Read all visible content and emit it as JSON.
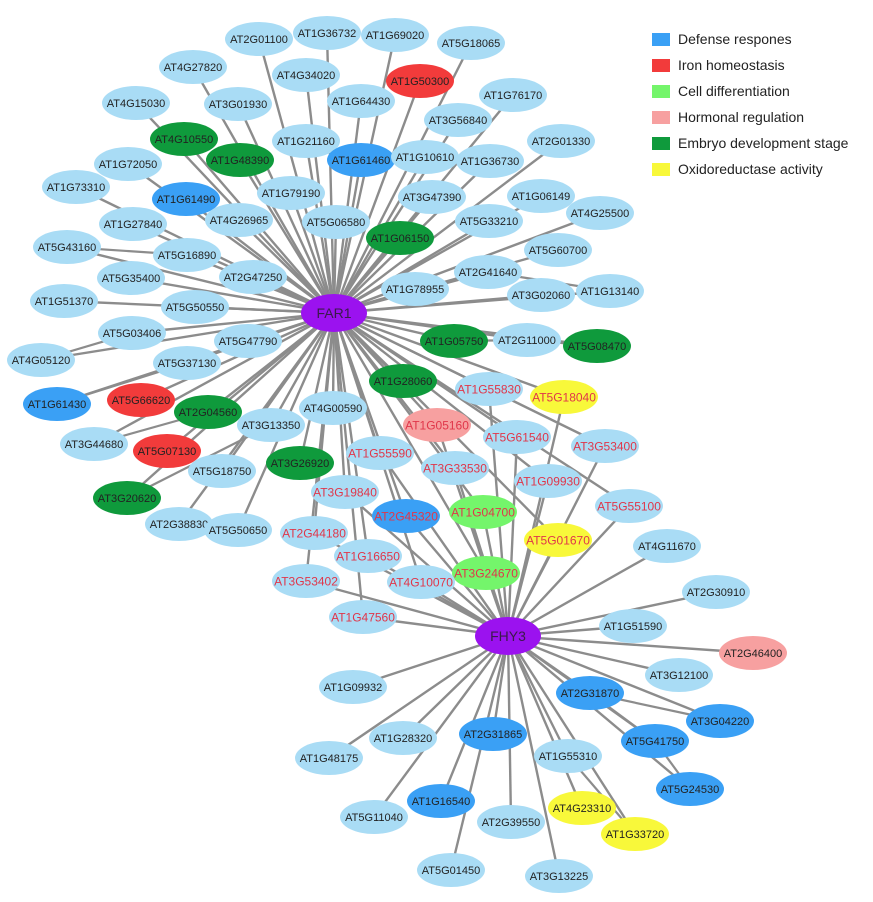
{
  "colors": {
    "edge": "#8c8c8c",
    "default_node": "#a9dcf5",
    "hub": "#9b12ef",
    "label_default": "#222222",
    "label_shared": "#e0364a",
    "label_hub": "#3a1a4a"
  },
  "legend": [
    {
      "label": "Defense respones",
      "color": "#3aa0f5"
    },
    {
      "label": "Iron homeostasis",
      "color": "#f23b3b"
    },
    {
      "label": "Cell differentiation",
      "color": "#74f56b"
    },
    {
      "label": "Hormonal regulation",
      "color": "#f7a0a0"
    },
    {
      "label": "Embryo development stage",
      "color": "#0f9a3c"
    },
    {
      "label": "Oxidoreductase activity",
      "color": "#f8f83a"
    }
  ],
  "hubs": [
    {
      "id": "FAR1",
      "label": "FAR1"
    },
    {
      "id": "FHY3",
      "label": "FHY3"
    }
  ],
  "nodes": [
    {
      "id": "AT2G01100",
      "label": "AT2G01100",
      "category": "",
      "targets": [
        "FAR1"
      ]
    },
    {
      "id": "AT1G36732",
      "label": "AT1G36732",
      "category": "",
      "targets": [
        "FAR1"
      ]
    },
    {
      "id": "AT1G69020",
      "label": "AT1G69020",
      "category": "",
      "targets": [
        "FAR1"
      ]
    },
    {
      "id": "AT5G18065",
      "label": "AT5G18065",
      "category": "",
      "targets": [
        "FAR1"
      ]
    },
    {
      "id": "AT4G27820",
      "label": "AT4G27820",
      "category": "",
      "targets": [
        "FAR1"
      ]
    },
    {
      "id": "AT4G34020",
      "label": "AT4G34020",
      "category": "",
      "targets": [
        "FAR1"
      ]
    },
    {
      "id": "AT1G50300",
      "label": "AT1G50300",
      "category": "Iron homeostasis",
      "targets": [
        "FAR1"
      ]
    },
    {
      "id": "AT4G15030",
      "label": "AT4G15030",
      "category": "",
      "targets": [
        "FAR1"
      ]
    },
    {
      "id": "AT3G01930",
      "label": "AT3G01930",
      "category": "",
      "targets": [
        "FAR1"
      ]
    },
    {
      "id": "AT1G64430",
      "label": "AT1G64430",
      "category": "",
      "targets": [
        "FAR1"
      ]
    },
    {
      "id": "AT1G76170",
      "label": "AT1G76170",
      "category": "",
      "targets": [
        "FAR1"
      ]
    },
    {
      "id": "AT4G10550",
      "label": "AT4G10550",
      "category": "Embryo development stage",
      "targets": [
        "FAR1"
      ]
    },
    {
      "id": "AT3G56840",
      "label": "AT3G56840",
      "category": "",
      "targets": [
        "FAR1"
      ]
    },
    {
      "id": "AT2G01330",
      "label": "AT2G01330",
      "category": "",
      "targets": [
        "FAR1"
      ]
    },
    {
      "id": "AT1G21160",
      "label": "AT1G21160",
      "category": "",
      "targets": [
        "FAR1"
      ]
    },
    {
      "id": "AT1G72050",
      "label": "AT1G72050",
      "category": "",
      "targets": [
        "FAR1"
      ]
    },
    {
      "id": "AT1G48390",
      "label": "AT1G48390",
      "category": "Embryo development stage",
      "targets": [
        "FAR1"
      ]
    },
    {
      "id": "AT1G61460",
      "label": "AT1G61460",
      "category": "Defense respones",
      "targets": [
        "FAR1"
      ]
    },
    {
      "id": "AT1G10610",
      "label": "AT1G10610",
      "category": "",
      "targets": [
        "FAR1"
      ]
    },
    {
      "id": "AT1G36730",
      "label": "AT1G36730",
      "category": "",
      "targets": [
        "FAR1"
      ]
    },
    {
      "id": "AT1G73310",
      "label": "AT1G73310",
      "category": "",
      "targets": [
        "FAR1"
      ]
    },
    {
      "id": "AT1G79190",
      "label": "AT1G79190",
      "category": "",
      "targets": [
        "FAR1"
      ]
    },
    {
      "id": "AT1G61490",
      "label": "AT1G61490",
      "category": "Defense respones",
      "targets": [
        "FAR1"
      ]
    },
    {
      "id": "AT3G47390",
      "label": "AT3G47390",
      "category": "",
      "targets": [
        "FAR1"
      ]
    },
    {
      "id": "AT1G06149",
      "label": "AT1G06149",
      "category": "",
      "targets": [
        "FAR1"
      ]
    },
    {
      "id": "AT1G27840",
      "label": "AT1G27840",
      "category": "",
      "targets": [
        "FAR1"
      ]
    },
    {
      "id": "AT4G26965",
      "label": "AT4G26965",
      "category": "",
      "targets": [
        "FAR1"
      ]
    },
    {
      "id": "AT5G06580",
      "label": "AT5G06580",
      "category": "",
      "targets": [
        "FAR1"
      ]
    },
    {
      "id": "AT5G33210",
      "label": "AT5G33210",
      "category": "",
      "targets": [
        "FAR1"
      ]
    },
    {
      "id": "AT4G25500",
      "label": "AT4G25500",
      "category": "",
      "targets": [
        "FAR1"
      ]
    },
    {
      "id": "AT1G06150",
      "label": "AT1G06150",
      "category": "Embryo development stage",
      "targets": [
        "FAR1"
      ]
    },
    {
      "id": "AT5G43160",
      "label": "AT5G43160",
      "category": "",
      "targets": [
        "FAR1"
      ]
    },
    {
      "id": "AT5G16890",
      "label": "AT5G16890",
      "category": "",
      "targets": [
        "FAR1"
      ]
    },
    {
      "id": "AT5G60700",
      "label": "AT5G60700",
      "category": "",
      "targets": [
        "FAR1"
      ]
    },
    {
      "id": "AT5G35400",
      "label": "AT5G35400",
      "category": "",
      "targets": [
        "FAR1"
      ]
    },
    {
      "id": "AT2G47250",
      "label": "AT2G47250",
      "category": "",
      "targets": [
        "FAR1"
      ]
    },
    {
      "id": "AT2G41640",
      "label": "AT2G41640",
      "category": "",
      "targets": [
        "FAR1"
      ]
    },
    {
      "id": "AT1G51370",
      "label": "AT1G51370",
      "category": "",
      "targets": [
        "FAR1"
      ]
    },
    {
      "id": "AT1G78955",
      "label": "AT1G78955",
      "category": "",
      "targets": [
        "FAR1"
      ]
    },
    {
      "id": "AT3G02060",
      "label": "AT3G02060",
      "category": "",
      "targets": [
        "FAR1"
      ]
    },
    {
      "id": "AT1G13140",
      "label": "AT1G13140",
      "category": "",
      "targets": [
        "FAR1"
      ]
    },
    {
      "id": "AT5G50550",
      "label": "AT5G50550",
      "category": "",
      "targets": [
        "FAR1"
      ]
    },
    {
      "id": "AT5G03406",
      "label": "AT5G03406",
      "category": "",
      "targets": [
        "FAR1"
      ]
    },
    {
      "id": "AT1G05750",
      "label": "AT1G05750",
      "category": "Embryo development stage",
      "targets": [
        "FAR1"
      ]
    },
    {
      "id": "AT2G11000",
      "label": "AT2G11000",
      "category": "",
      "targets": [
        "FAR1"
      ]
    },
    {
      "id": "AT5G08470",
      "label": "AT5G08470",
      "category": "Embryo development stage",
      "targets": [
        "FAR1"
      ]
    },
    {
      "id": "AT4G05120",
      "label": "AT4G05120",
      "category": "",
      "targets": [
        "FAR1"
      ]
    },
    {
      "id": "AT5G47790",
      "label": "AT5G47790",
      "category": "",
      "targets": [
        "FAR1"
      ]
    },
    {
      "id": "AT5G37130",
      "label": "AT5G37130",
      "category": "",
      "targets": [
        "FAR1"
      ]
    },
    {
      "id": "AT1G28060",
      "label": "AT1G28060",
      "category": "Embryo development stage",
      "targets": [
        "FAR1"
      ]
    },
    {
      "id": "AT1G55830",
      "label": "AT1G55830",
      "category": "",
      "targets": [
        "FAR1",
        "FHY3"
      ]
    },
    {
      "id": "AT5G18040",
      "label": "AT5G18040",
      "category": "Oxidoreductase activity",
      "targets": [
        "FAR1",
        "FHY3"
      ]
    },
    {
      "id": "AT1G61430",
      "label": "AT1G61430",
      "category": "Defense respones",
      "targets": [
        "FAR1"
      ]
    },
    {
      "id": "AT5G66620",
      "label": "AT5G66620",
      "category": "Iron homeostasis",
      "targets": [
        "FAR1"
      ]
    },
    {
      "id": "AT2G04560",
      "label": "AT2G04560",
      "category": "Embryo development stage",
      "targets": [
        "FAR1"
      ]
    },
    {
      "id": "AT4G00590",
      "label": "AT4G00590",
      "category": "",
      "targets": [
        "FAR1"
      ]
    },
    {
      "id": "AT3G13350",
      "label": "AT3G13350",
      "category": "",
      "targets": [
        "FAR1"
      ]
    },
    {
      "id": "AT1G05160",
      "label": "AT1G05160",
      "category": "Hormonal regulation",
      "targets": [
        "FAR1",
        "FHY3"
      ]
    },
    {
      "id": "AT5G61540",
      "label": "AT5G61540",
      "category": "",
      "targets": [
        "FAR1",
        "FHY3"
      ]
    },
    {
      "id": "AT3G53400",
      "label": "AT3G53400",
      "category": "",
      "targets": [
        "FAR1",
        "FHY3"
      ]
    },
    {
      "id": "AT3G44680",
      "label": "AT3G44680",
      "category": "",
      "targets": [
        "FAR1"
      ]
    },
    {
      "id": "AT5G07130",
      "label": "AT5G07130",
      "category": "Iron homeostasis",
      "targets": [
        "FAR1"
      ]
    },
    {
      "id": "AT1G55590",
      "label": "AT1G55590",
      "category": "",
      "targets": [
        "FAR1",
        "FHY3"
      ]
    },
    {
      "id": "AT3G33530",
      "label": "AT3G33530",
      "category": "",
      "targets": [
        "FAR1",
        "FHY3"
      ]
    },
    {
      "id": "AT3G26920",
      "label": "AT3G26920",
      "category": "Embryo development stage",
      "targets": [
        "FAR1"
      ]
    },
    {
      "id": "AT5G18750",
      "label": "AT5G18750",
      "category": "",
      "targets": [
        "FAR1"
      ]
    },
    {
      "id": "AT1G09930",
      "label": "AT1G09930",
      "category": "",
      "targets": [
        "FAR1",
        "FHY3"
      ]
    },
    {
      "id": "AT3G19840",
      "label": "AT3G19840",
      "category": "",
      "targets": [
        "FAR1",
        "FHY3"
      ]
    },
    {
      "id": "AT3G20620",
      "label": "AT3G20620",
      "category": "Embryo development stage",
      "targets": [
        "FAR1"
      ]
    },
    {
      "id": "AT5G55100",
      "label": "AT5G55100",
      "category": "",
      "targets": [
        "FAR1",
        "FHY3"
      ]
    },
    {
      "id": "AT1G04700",
      "label": "AT1G04700",
      "category": "Cell differentiation",
      "targets": [
        "FAR1",
        "FHY3"
      ]
    },
    {
      "id": "AT2G38830",
      "label": "AT2G38830",
      "category": "",
      "targets": [
        "FAR1"
      ]
    },
    {
      "id": "AT5G50650",
      "label": "AT5G50650",
      "category": "",
      "targets": [
        "FAR1"
      ]
    },
    {
      "id": "AT2G44180",
      "label": "AT2G44180",
      "category": "",
      "targets": [
        "FAR1",
        "FHY3"
      ]
    },
    {
      "id": "AT2G45320",
      "label": "AT2G45320",
      "category": "Defense respones",
      "targets": [
        "FAR1",
        "FHY3"
      ]
    },
    {
      "id": "AT5G01670",
      "label": "AT5G01670",
      "category": "Oxidoreductase activity",
      "targets": [
        "FAR1",
        "FHY3"
      ]
    },
    {
      "id": "AT1G16650",
      "label": "AT1G16650",
      "category": "",
      "targets": [
        "FAR1",
        "FHY3"
      ]
    },
    {
      "id": "AT4G11670",
      "label": "AT4G11670",
      "category": "",
      "targets": [
        "FHY3"
      ]
    },
    {
      "id": "AT3G24670",
      "label": "AT3G24670",
      "category": "Cell differentiation",
      "targets": [
        "FAR1",
        "FHY3"
      ]
    },
    {
      "id": "AT3G53402",
      "label": "AT3G53402",
      "category": "",
      "targets": [
        "FAR1",
        "FHY3"
      ]
    },
    {
      "id": "AT4G10070",
      "label": "AT4G10070",
      "category": "",
      "targets": [
        "FAR1",
        "FHY3"
      ]
    },
    {
      "id": "AT2G30910",
      "label": "AT2G30910",
      "category": "",
      "targets": [
        "FHY3"
      ]
    },
    {
      "id": "AT1G47560",
      "label": "AT1G47560",
      "category": "",
      "targets": [
        "FAR1",
        "FHY3"
      ]
    },
    {
      "id": "AT1G51590",
      "label": "AT1G51590",
      "category": "",
      "targets": [
        "FHY3"
      ]
    },
    {
      "id": "AT2G46400",
      "label": "AT2G46400",
      "category": "Hormonal regulation",
      "targets": [
        "FHY3"
      ]
    },
    {
      "id": "AT3G12100",
      "label": "AT3G12100",
      "category": "",
      "targets": [
        "FHY3"
      ]
    },
    {
      "id": "AT1G09932",
      "label": "AT1G09932",
      "category": "",
      "targets": [
        "FHY3"
      ]
    },
    {
      "id": "AT2G31870",
      "label": "AT2G31870",
      "category": "Defense respones",
      "targets": [
        "FHY3"
      ]
    },
    {
      "id": "AT3G04220",
      "label": "AT3G04220",
      "category": "Defense respones",
      "targets": [
        "FHY3"
      ]
    },
    {
      "id": "AT1G28320",
      "label": "AT1G28320",
      "category": "",
      "targets": [
        "FHY3"
      ]
    },
    {
      "id": "AT2G31865",
      "label": "AT2G31865",
      "category": "Defense respones",
      "targets": [
        "FHY3"
      ]
    },
    {
      "id": "AT5G41750",
      "label": "AT5G41750",
      "category": "Defense respones",
      "targets": [
        "FHY3"
      ]
    },
    {
      "id": "AT1G48175",
      "label": "AT1G48175",
      "category": "",
      "targets": [
        "FHY3"
      ]
    },
    {
      "id": "AT1G55310",
      "label": "AT1G55310",
      "category": "",
      "targets": [
        "FHY3"
      ]
    },
    {
      "id": "AT5G24530",
      "label": "AT5G24530",
      "category": "Defense respones",
      "targets": [
        "FHY3"
      ]
    },
    {
      "id": "AT1G16540",
      "label": "AT1G16540",
      "category": "Defense respones",
      "targets": [
        "FHY3"
      ]
    },
    {
      "id": "AT4G23310",
      "label": "AT4G23310",
      "category": "Oxidoreductase activity",
      "targets": [
        "FHY3"
      ]
    },
    {
      "id": "AT5G11040",
      "label": "AT5G11040",
      "category": "",
      "targets": [
        "FHY3"
      ]
    },
    {
      "id": "AT2G39550",
      "label": "AT2G39550",
      "category": "",
      "targets": [
        "FHY3"
      ]
    },
    {
      "id": "AT1G33720",
      "label": "AT1G33720",
      "category": "Oxidoreductase activity",
      "targets": [
        "FHY3"
      ]
    },
    {
      "id": "AT5G01450",
      "label": "AT5G01450",
      "category": "",
      "targets": [
        "FHY3"
      ]
    },
    {
      "id": "AT3G13225",
      "label": "AT3G13225",
      "category": "",
      "targets": [
        "FHY3"
      ]
    }
  ],
  "extra_edges": [
    [
      "AT2G31870",
      "AT3G04220"
    ],
    [
      "AT2G31870",
      "AT5G41750"
    ],
    [
      "AT5G41750",
      "AT5G24530"
    ],
    [
      "AT1G55310",
      "AT1G33720"
    ],
    [
      "AT1G05750",
      "AT2G11000"
    ],
    [
      "AT2G11000",
      "AT5G08470"
    ],
    [
      "AT5G16890",
      "AT5G43160"
    ],
    [
      "AT5G03406",
      "AT4G05120"
    ],
    [
      "AT5G37130",
      "AT1G61430"
    ],
    [
      "AT2G04560",
      "AT3G44680"
    ],
    [
      "AT3G13350",
      "AT3G20620"
    ],
    [
      "AT2G41640",
      "AT1G13140"
    ]
  ]
}
